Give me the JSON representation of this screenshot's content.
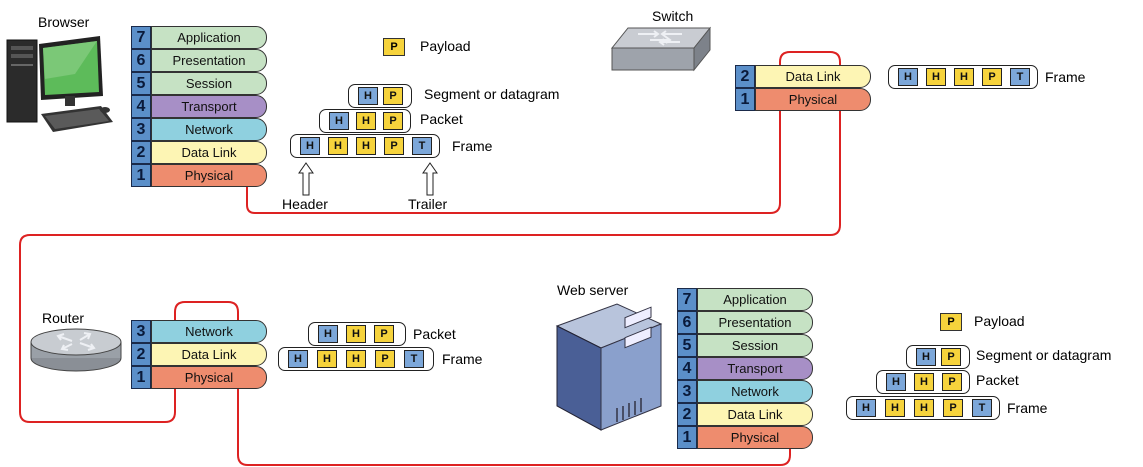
{
  "labels": {
    "browser": "Browser",
    "switch": "Switch",
    "router": "Router",
    "web_server": "Web server",
    "payload": "Payload",
    "segment": "Segment or datagram",
    "packet": "Packet",
    "frame": "Frame",
    "header": "Header",
    "trailer": "Trailer"
  },
  "cells": {
    "H": "H",
    "P": "P",
    "T": "T"
  },
  "layers": [
    {
      "num": "7",
      "name": "Application"
    },
    {
      "num": "6",
      "name": "Presentation"
    },
    {
      "num": "5",
      "name": "Session"
    },
    {
      "num": "4",
      "name": "Transport"
    },
    {
      "num": "3",
      "name": "Network"
    },
    {
      "num": "2",
      "name": "Data Link"
    },
    {
      "num": "1",
      "name": "Physical"
    }
  ],
  "colors": {
    "path_line": "#dd2222",
    "layer_number_bg": "#5b8fc9",
    "header_cell": "#7ca7d9",
    "payload_cell": "#f6d33c"
  }
}
